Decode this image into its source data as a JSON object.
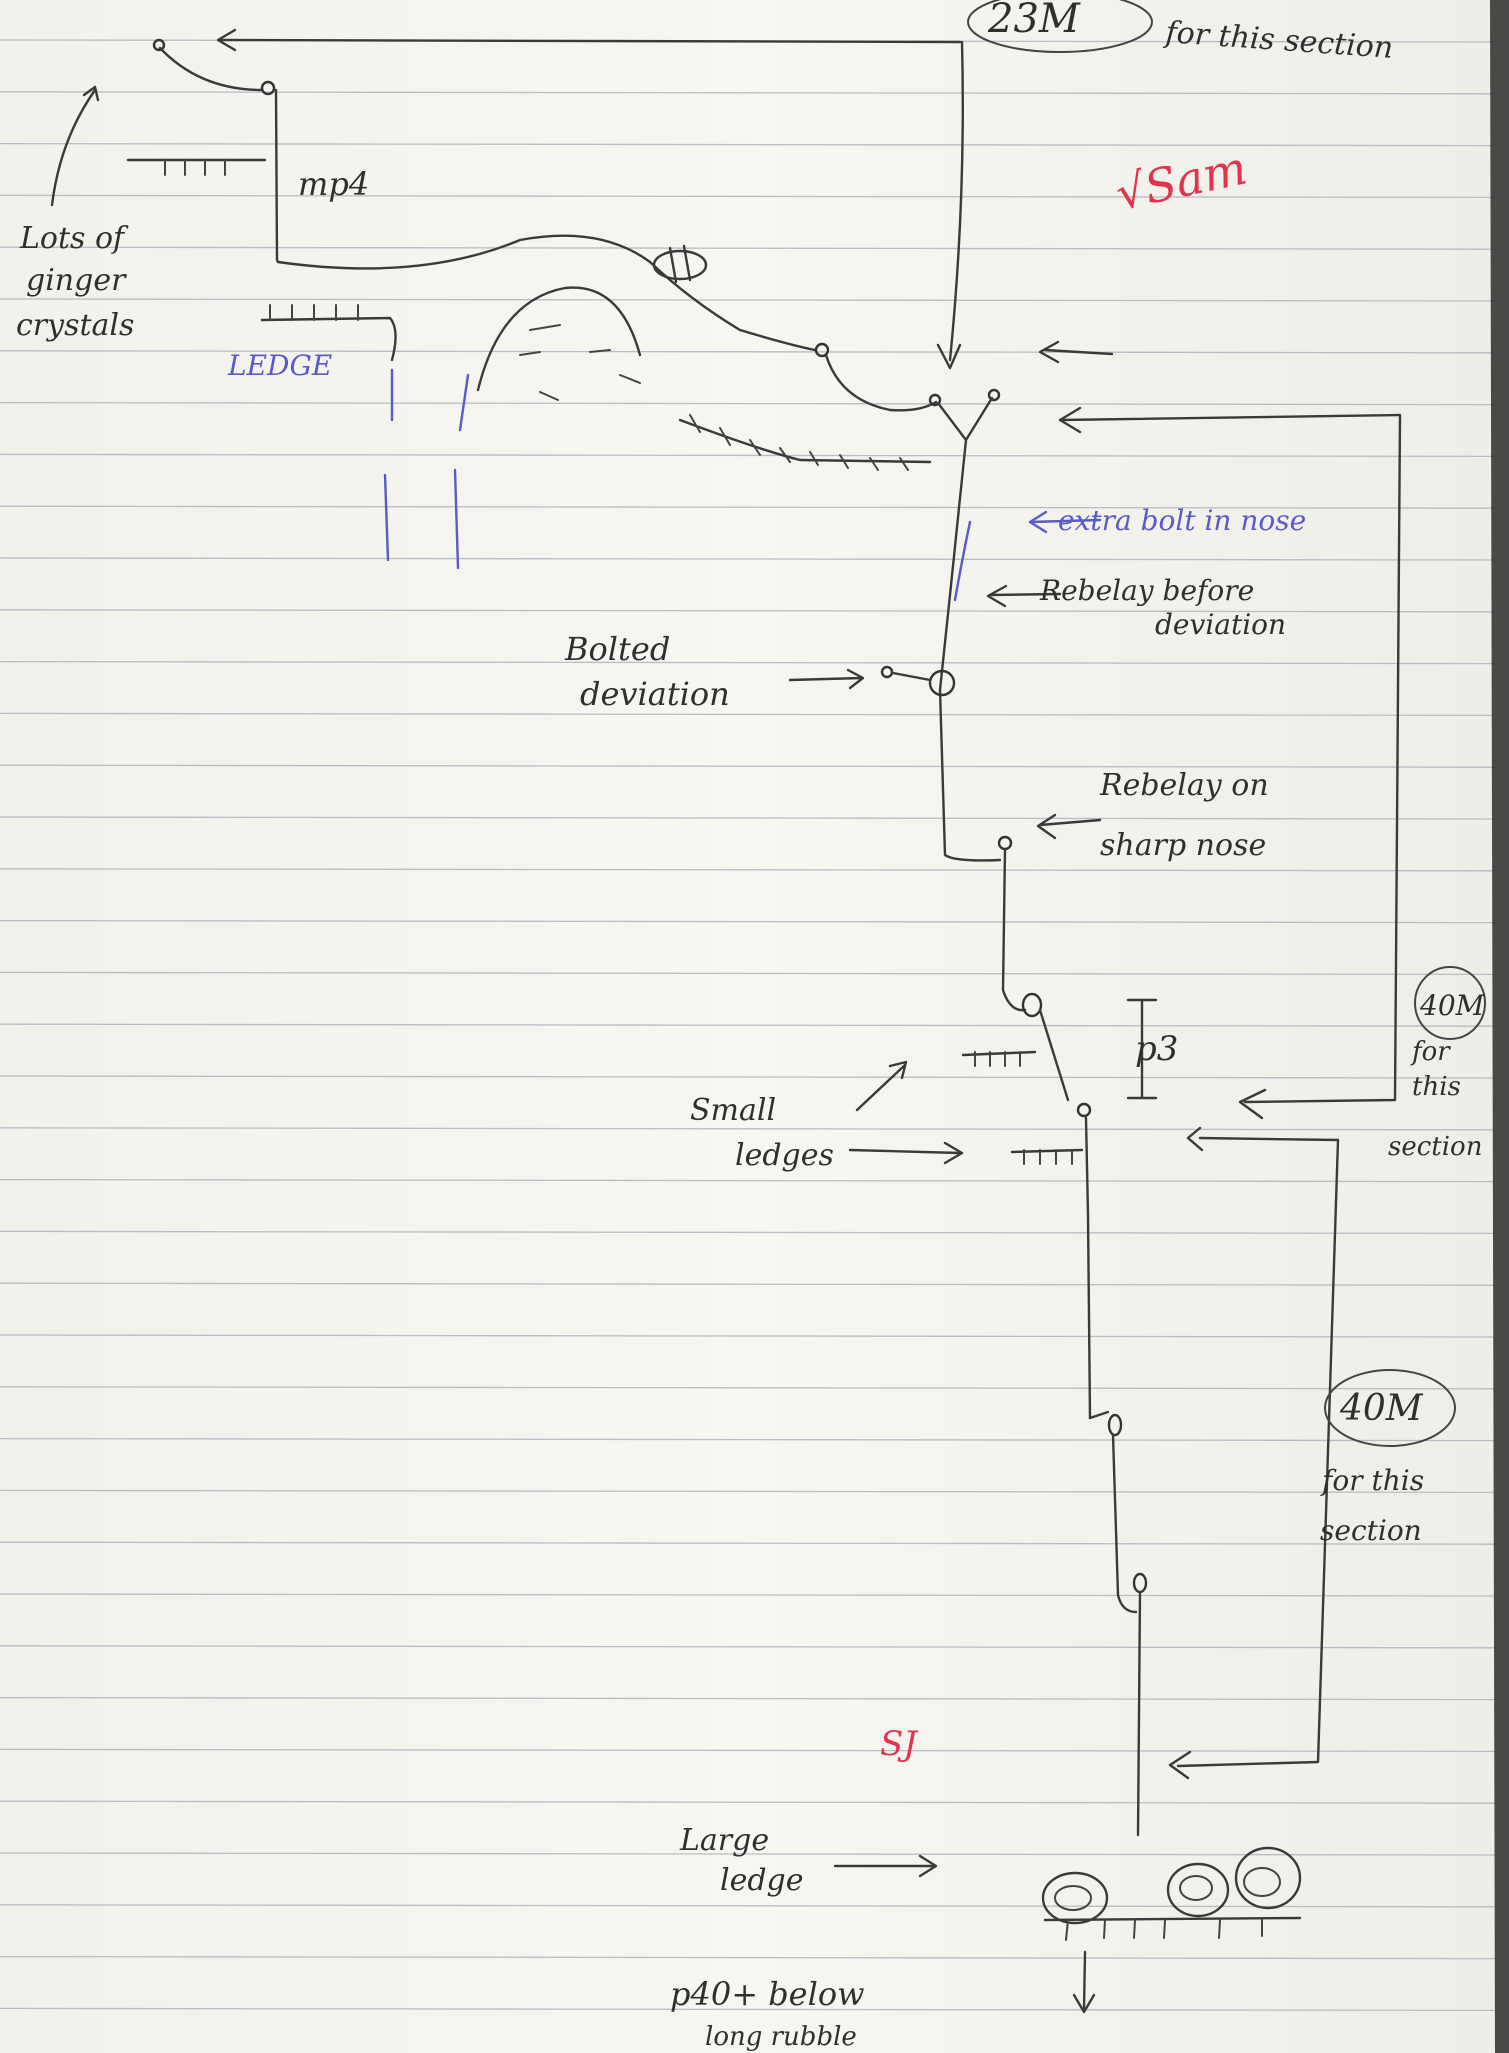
{
  "notebook": {
    "rule_color": "#b9bcc4",
    "ink_color": "#3a3a3a",
    "blue_ink_color": "#5a5ac8",
    "red_ink_color": "#e0344e"
  },
  "labels": {
    "section_top": "23M",
    "section_top_note": "for this section",
    "checked": "√Sam",
    "pitch_4": "mp4",
    "ginger_crystals": "Lots of ginger crystals",
    "ledge_blue": "LEDGE",
    "extra_bolt": "extra bolt in nose",
    "rebelay_before": "Rebelay before deviation",
    "bolted_deviation": "Bolted deviation",
    "rebelay_sharp": "Rebelay on sharp nose",
    "pitch_3": "p3",
    "section_mid": "40M",
    "section_mid_note": "for this section",
    "small_ledges": "Small ledges",
    "section_low": "40M",
    "section_low_note": "for this section",
    "initials_red": "SJ",
    "large_ledge": "Large ledge",
    "page_ref": "p40+ below long rubble"
  }
}
